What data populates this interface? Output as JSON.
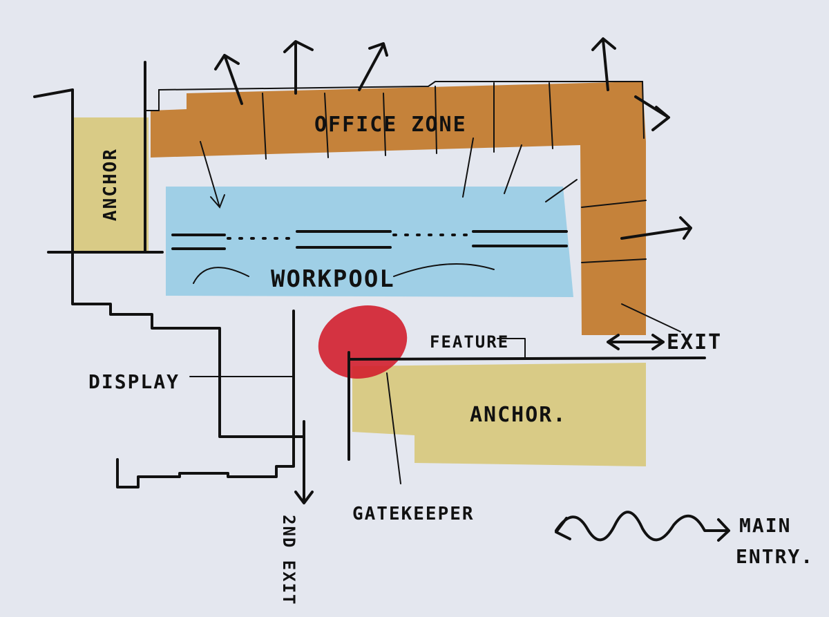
{
  "diagram": {
    "labels": {
      "office_zone": "OFFICE ZONE",
      "anchor_left": "ANCHOR",
      "workpool": "WORKPOOL",
      "feature": "FEATURE",
      "exit": "EXIT",
      "display": "DISPLAY",
      "anchor_bottom": "ANCHOR.",
      "gatekeeper": "GATEKEEPER",
      "second_exit": "2ND EXIT",
      "main_entry_line1": "MAIN",
      "main_entry_line2": "ENTRY."
    },
    "colors": {
      "office": "#c27a2a",
      "anchor": "#d9cb86",
      "workpool": "#9fcfe6",
      "gatekeeper": "#d21f2d",
      "paper": "#e4e7ef"
    }
  }
}
